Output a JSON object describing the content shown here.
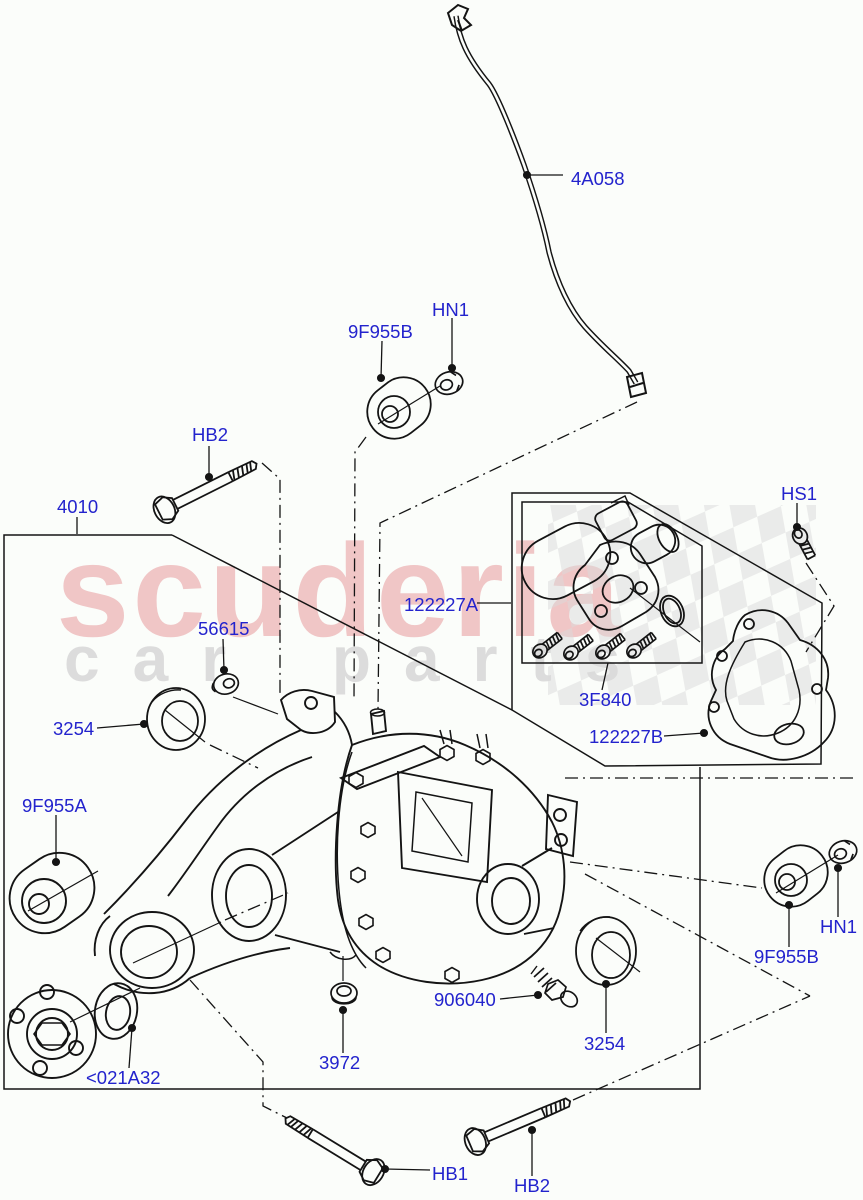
{
  "watermark": {
    "brand": "scuderia",
    "subtitle": "car parts"
  },
  "colors": {
    "label_blue": "#2323cd",
    "line_black": "#141414",
    "watermark_pink": "#f0c6c6",
    "watermark_gray": "#dcdcdc",
    "background": "#fbfdfa"
  },
  "labels": {
    "breather_tube": "4A058",
    "bushing_top": "9F955B",
    "nut_top": "HN1",
    "bolt_top": "HB2",
    "main_assembly_box": "4010",
    "screw_hs1": "HS1",
    "actuator_motor": "122227A",
    "nut_56615": "56615",
    "bolts_3f840": "3F840",
    "seal_left": "3254",
    "actuator_cover": "122227B",
    "bushing_left": "9F955A",
    "nut_right": "HN1",
    "bushing_right": "9F955B",
    "sensor": "906040",
    "seal_right": "3254",
    "drive_flange": "<021A32",
    "plug": "3972",
    "bolt_hb1": "HB1",
    "bolt_hb2_bottom": "HB2"
  }
}
